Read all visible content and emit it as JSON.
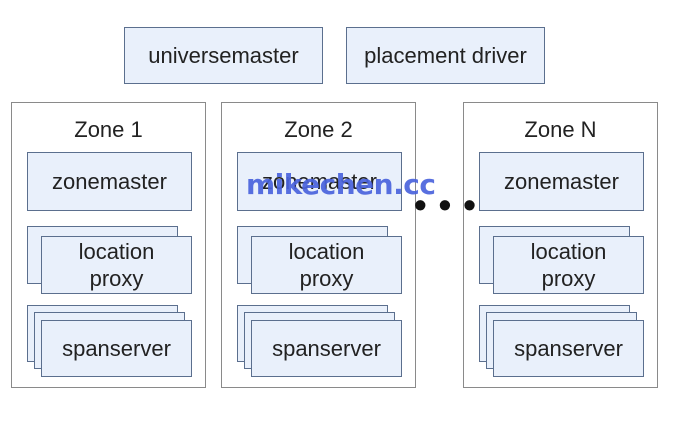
{
  "top_boxes": {
    "universemaster": "universemaster",
    "placement_driver": "placement driver"
  },
  "zones": [
    {
      "title": "Zone 1",
      "zonemaster": "zonemaster",
      "location_proxy": "location\nproxy",
      "spanserver": "spanserver"
    },
    {
      "title": "Zone 2",
      "zonemaster": "zonemaster",
      "location_proxy": "location\nproxy",
      "spanserver": "spanserver"
    },
    {
      "title": "Zone N",
      "zonemaster": "zonemaster",
      "location_proxy": "location\nproxy",
      "spanserver": "spanserver"
    }
  ],
  "ellipsis": "• • •",
  "watermark": "mikechen.cc",
  "colors": {
    "box_fill": "#e9f0fb",
    "box_border": "#5b6f8e",
    "zone_border": "#8a8a8a",
    "watermark": "#4a63dd"
  }
}
